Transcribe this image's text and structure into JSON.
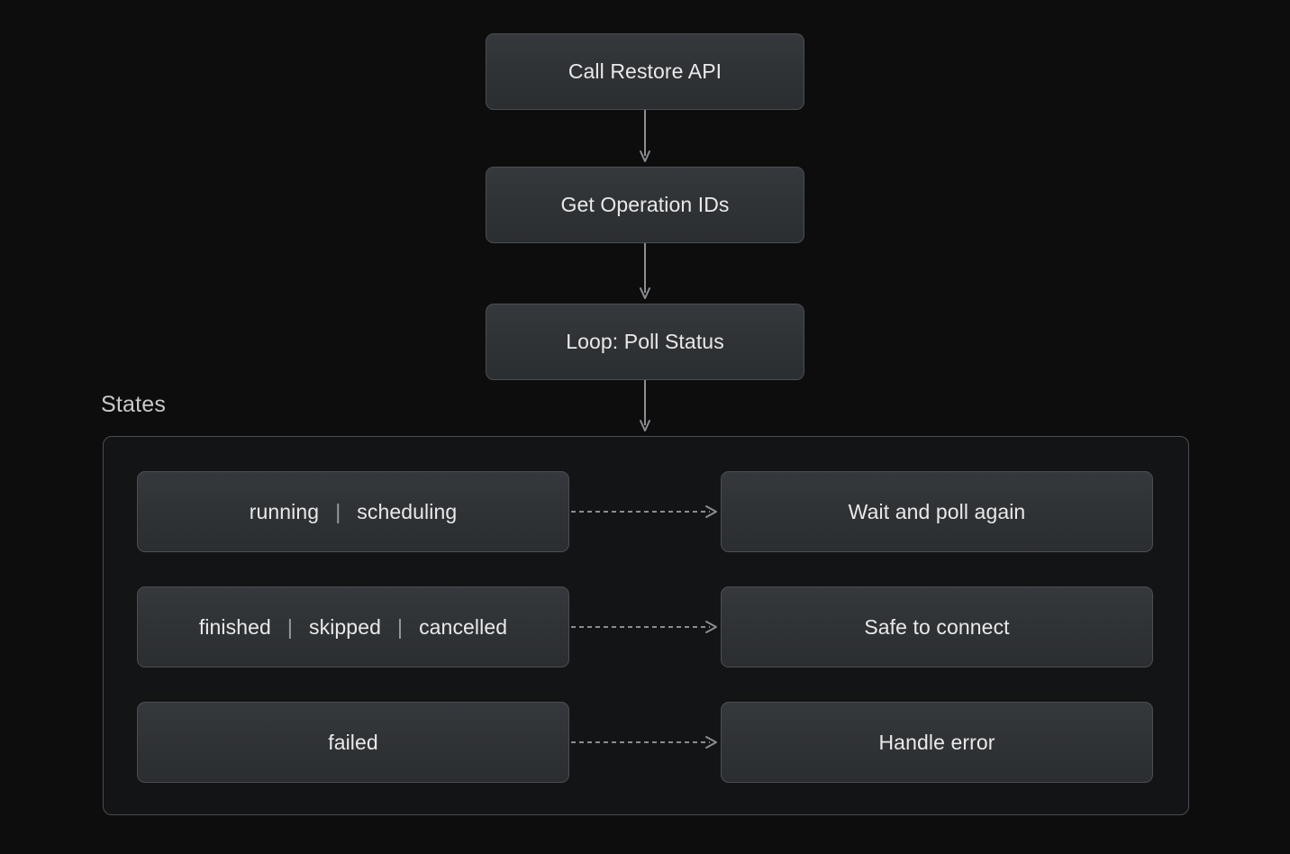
{
  "theme": {
    "page_bg": "#0d0d0d",
    "node_bg_top": "#35383c",
    "node_bg_bottom": "#2b2e31",
    "node_border": "#4a4d52",
    "subgraph_bg": "#131416",
    "text": "#e9e9ea",
    "muted_text": "#c9c9ca",
    "separator": "#9a9ca0",
    "edge": "#8a8d92"
  },
  "flow": {
    "nodes": [
      {
        "id": "call-restore-api",
        "label": "Call Restore API"
      },
      {
        "id": "get-operation-ids",
        "label": "Get Operation IDs"
      },
      {
        "id": "loop-poll-status",
        "label": "Loop: Poll Status"
      }
    ]
  },
  "subgraph": {
    "title": "States",
    "rows": [
      {
        "state": {
          "id": "state-running-scheduling",
          "tokens": [
            "running",
            "scheduling"
          ],
          "separator": "|"
        },
        "action": {
          "id": "wait-and-poll-again",
          "label": "Wait and poll again"
        },
        "edge": {
          "style": "dashed",
          "arrowhead": "open"
        }
      },
      {
        "state": {
          "id": "state-finished-skipped-cancelled",
          "tokens": [
            "finished",
            "skipped",
            "cancelled"
          ],
          "separator": "|"
        },
        "action": {
          "id": "safe-to-connect",
          "label": "Safe to connect"
        },
        "edge": {
          "style": "dashed",
          "arrowhead": "open"
        }
      },
      {
        "state": {
          "id": "state-failed",
          "tokens": [
            "failed"
          ],
          "separator": "|"
        },
        "action": {
          "id": "handle-error",
          "label": "Handle error"
        },
        "edge": {
          "style": "dashed",
          "arrowhead": "open"
        }
      }
    ]
  },
  "edges": {
    "vertical": [
      {
        "from": "call-restore-api",
        "to": "get-operation-ids",
        "style": "solid"
      },
      {
        "from": "get-operation-ids",
        "to": "loop-poll-status",
        "style": "solid"
      },
      {
        "from": "loop-poll-status",
        "to": "States",
        "style": "solid"
      }
    ]
  }
}
